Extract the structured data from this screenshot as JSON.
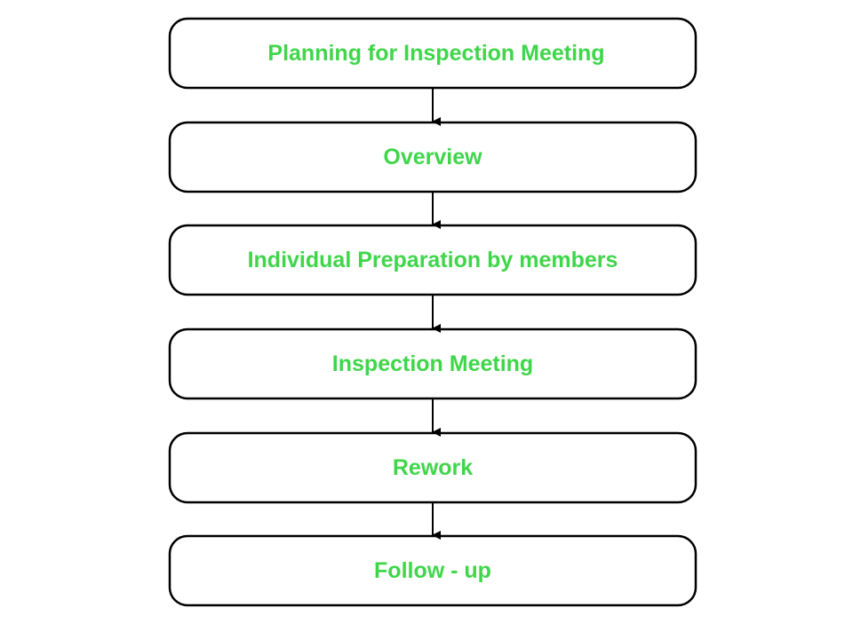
{
  "diagram": {
    "colors": {
      "text": "#3fd64a",
      "border": "#000000",
      "background": "#ffffff"
    },
    "steps": [
      {
        "label": "Planning for Inspection Meeting"
      },
      {
        "label": "Overview"
      },
      {
        "label": "Individual Preparation by members"
      },
      {
        "label": "Inspection Meeting"
      },
      {
        "label": "Rework"
      },
      {
        "label": "Follow - up"
      }
    ]
  }
}
